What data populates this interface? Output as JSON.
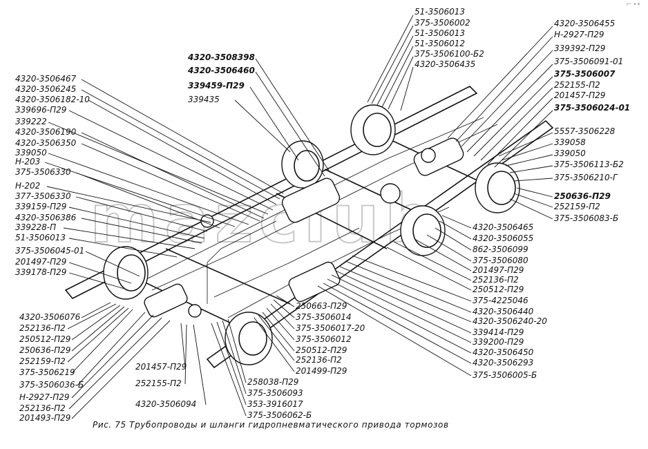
{
  "caption": "Рис. 75 Трубопроводы и шланги гидропневматического привода тормозов",
  "corner_mark": "⌐ ••",
  "watermark": "mazclub",
  "labels_top": [
    "51-3506013",
    "375-3506002",
    "51-3506013",
    "51-3506012",
    "375-3506100-Б2",
    "4320-3506435"
  ],
  "labels_top_right": [
    "4320-3506455",
    "Н-2927-П29",
    "339392-П29",
    "375-3506091-01",
    "375-3506007",
    "252155-П2",
    "201457-П29",
    "375-3506024-01"
  ],
  "labels_center_top": [
    "4320-3508398",
    "4320-3506460",
    "339459-П29",
    "339435"
  ],
  "labels_left": [
    "4320-3506467",
    "4320-3506245",
    "4320-3506182-10",
    "339696-П29",
    "339222",
    "4320-3506190",
    "4320-3506350",
    "339050",
    "Н-203",
    "375-3506330",
    "Н-202",
    "377-3506330",
    "339159-П29",
    "4320-3506386",
    "339228-П",
    "51-3506013",
    "375-3506045-01",
    "201497-П29",
    "339178-П29"
  ],
  "labels_right": [
    "5557-3506228",
    "339058",
    "339050",
    "375-3506113-Б2",
    "375-3506210-Г",
    "250636-П29",
    "252159-П2",
    "375-3506083-Б"
  ],
  "labels_right_lower": [
    "4320-3506465",
    "4320-3506055",
    "862-3506099",
    "375-3506080",
    "201497-П29",
    "252136-П2",
    "250512-П29",
    "375-4225046",
    "4320-3506440",
    "4320-3506240-20",
    "339414-П29",
    "339200-П29",
    "4320-3506450",
    "4320-3506293",
    "375-3506005-Б"
  ],
  "labels_bottom_left": [
    "4320-3506076",
    "252136-П2",
    "250512-П29",
    "250636-П29",
    "252159-П2",
    "375-3506219",
    "375-3506036-Б",
    "Н-2927-П29",
    "252136-П2",
    "201493-П29"
  ],
  "labels_bottom_center": [
    "201457-П29",
    "252155-П2",
    "4320-3506094"
  ],
  "labels_bottom_mid": [
    "250663-П29",
    "375-3506014",
    "375-3506017-20",
    "375-3506012",
    "250512-П29",
    "252136-П2",
    "201499-П29",
    "258038-П29",
    "375-3506093",
    "353-3916017",
    "375-3506062-Б"
  ]
}
